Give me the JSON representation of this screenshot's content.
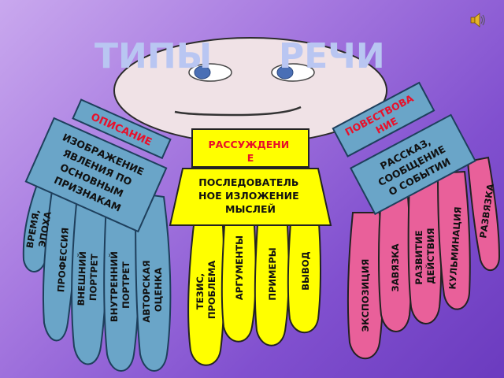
{
  "title": {
    "word1": "ТИПЫ",
    "word2": "РЕЧИ"
  },
  "colors": {
    "background": "#8c5fd6",
    "face": "#f0e2e6",
    "blue_group": "#6aa5c8",
    "yellow_group": "#ffff00",
    "pink_group": "#e9609a",
    "header_text": "#e8102a"
  },
  "icons": {
    "sound": "speaker-icon"
  },
  "groups": {
    "description": {
      "header": "ОПИСАНИЕ",
      "definition": [
        "ИЗОБРАЖЕНИЕ",
        "ЯВЛЕНИЯ ПО",
        "ОСНОВНЫМ",
        "ПРИЗНАКАМ"
      ],
      "tentacles": [
        [
          "ВРЕМЯ,",
          "ЭПОХА"
        ],
        [
          "ПРОФЕССИЯ"
        ],
        [
          "ВНЕШНИЙ",
          "ПОРТРЕТ"
        ],
        [
          "ВНУТРЕННИЙ",
          "ПОРТРЕТ"
        ],
        [
          "АВТОРСКАЯ",
          "ОЦЕНКА"
        ]
      ]
    },
    "reasoning": {
      "header": [
        "РАССУЖДЕНИ",
        "Е"
      ],
      "definition": [
        "ПОСЛЕДОВАТЕЛЬ",
        "НОЕ ИЗЛОЖЕНИЕ",
        "МЫСЛЕЙ"
      ],
      "tentacles": [
        [
          "ТЕЗИС,",
          "ПРОБЛЕМА"
        ],
        [
          "АРГУМЕНТЫ"
        ],
        [
          "ПРИМЕРЫ"
        ],
        [
          "ВЫВОД"
        ]
      ]
    },
    "narration": {
      "header": [
        "ПОВЕСТВОВА",
        "НИЕ"
      ],
      "definition": [
        "РАССКАЗ,",
        "СООБЩЕНИЕ",
        "О СОБЫТИИ"
      ],
      "tentacles": [
        [
          "ЭКСПОЗИЦИЯ"
        ],
        [
          "ЗАВЯЗКА"
        ],
        [
          "РАЗВИТИЕ",
          "ДЕЙСТВИЯ"
        ],
        [
          "КУЛЬМИНАЦИЯ"
        ],
        [
          "РАЗВЯЗКА"
        ]
      ]
    }
  }
}
